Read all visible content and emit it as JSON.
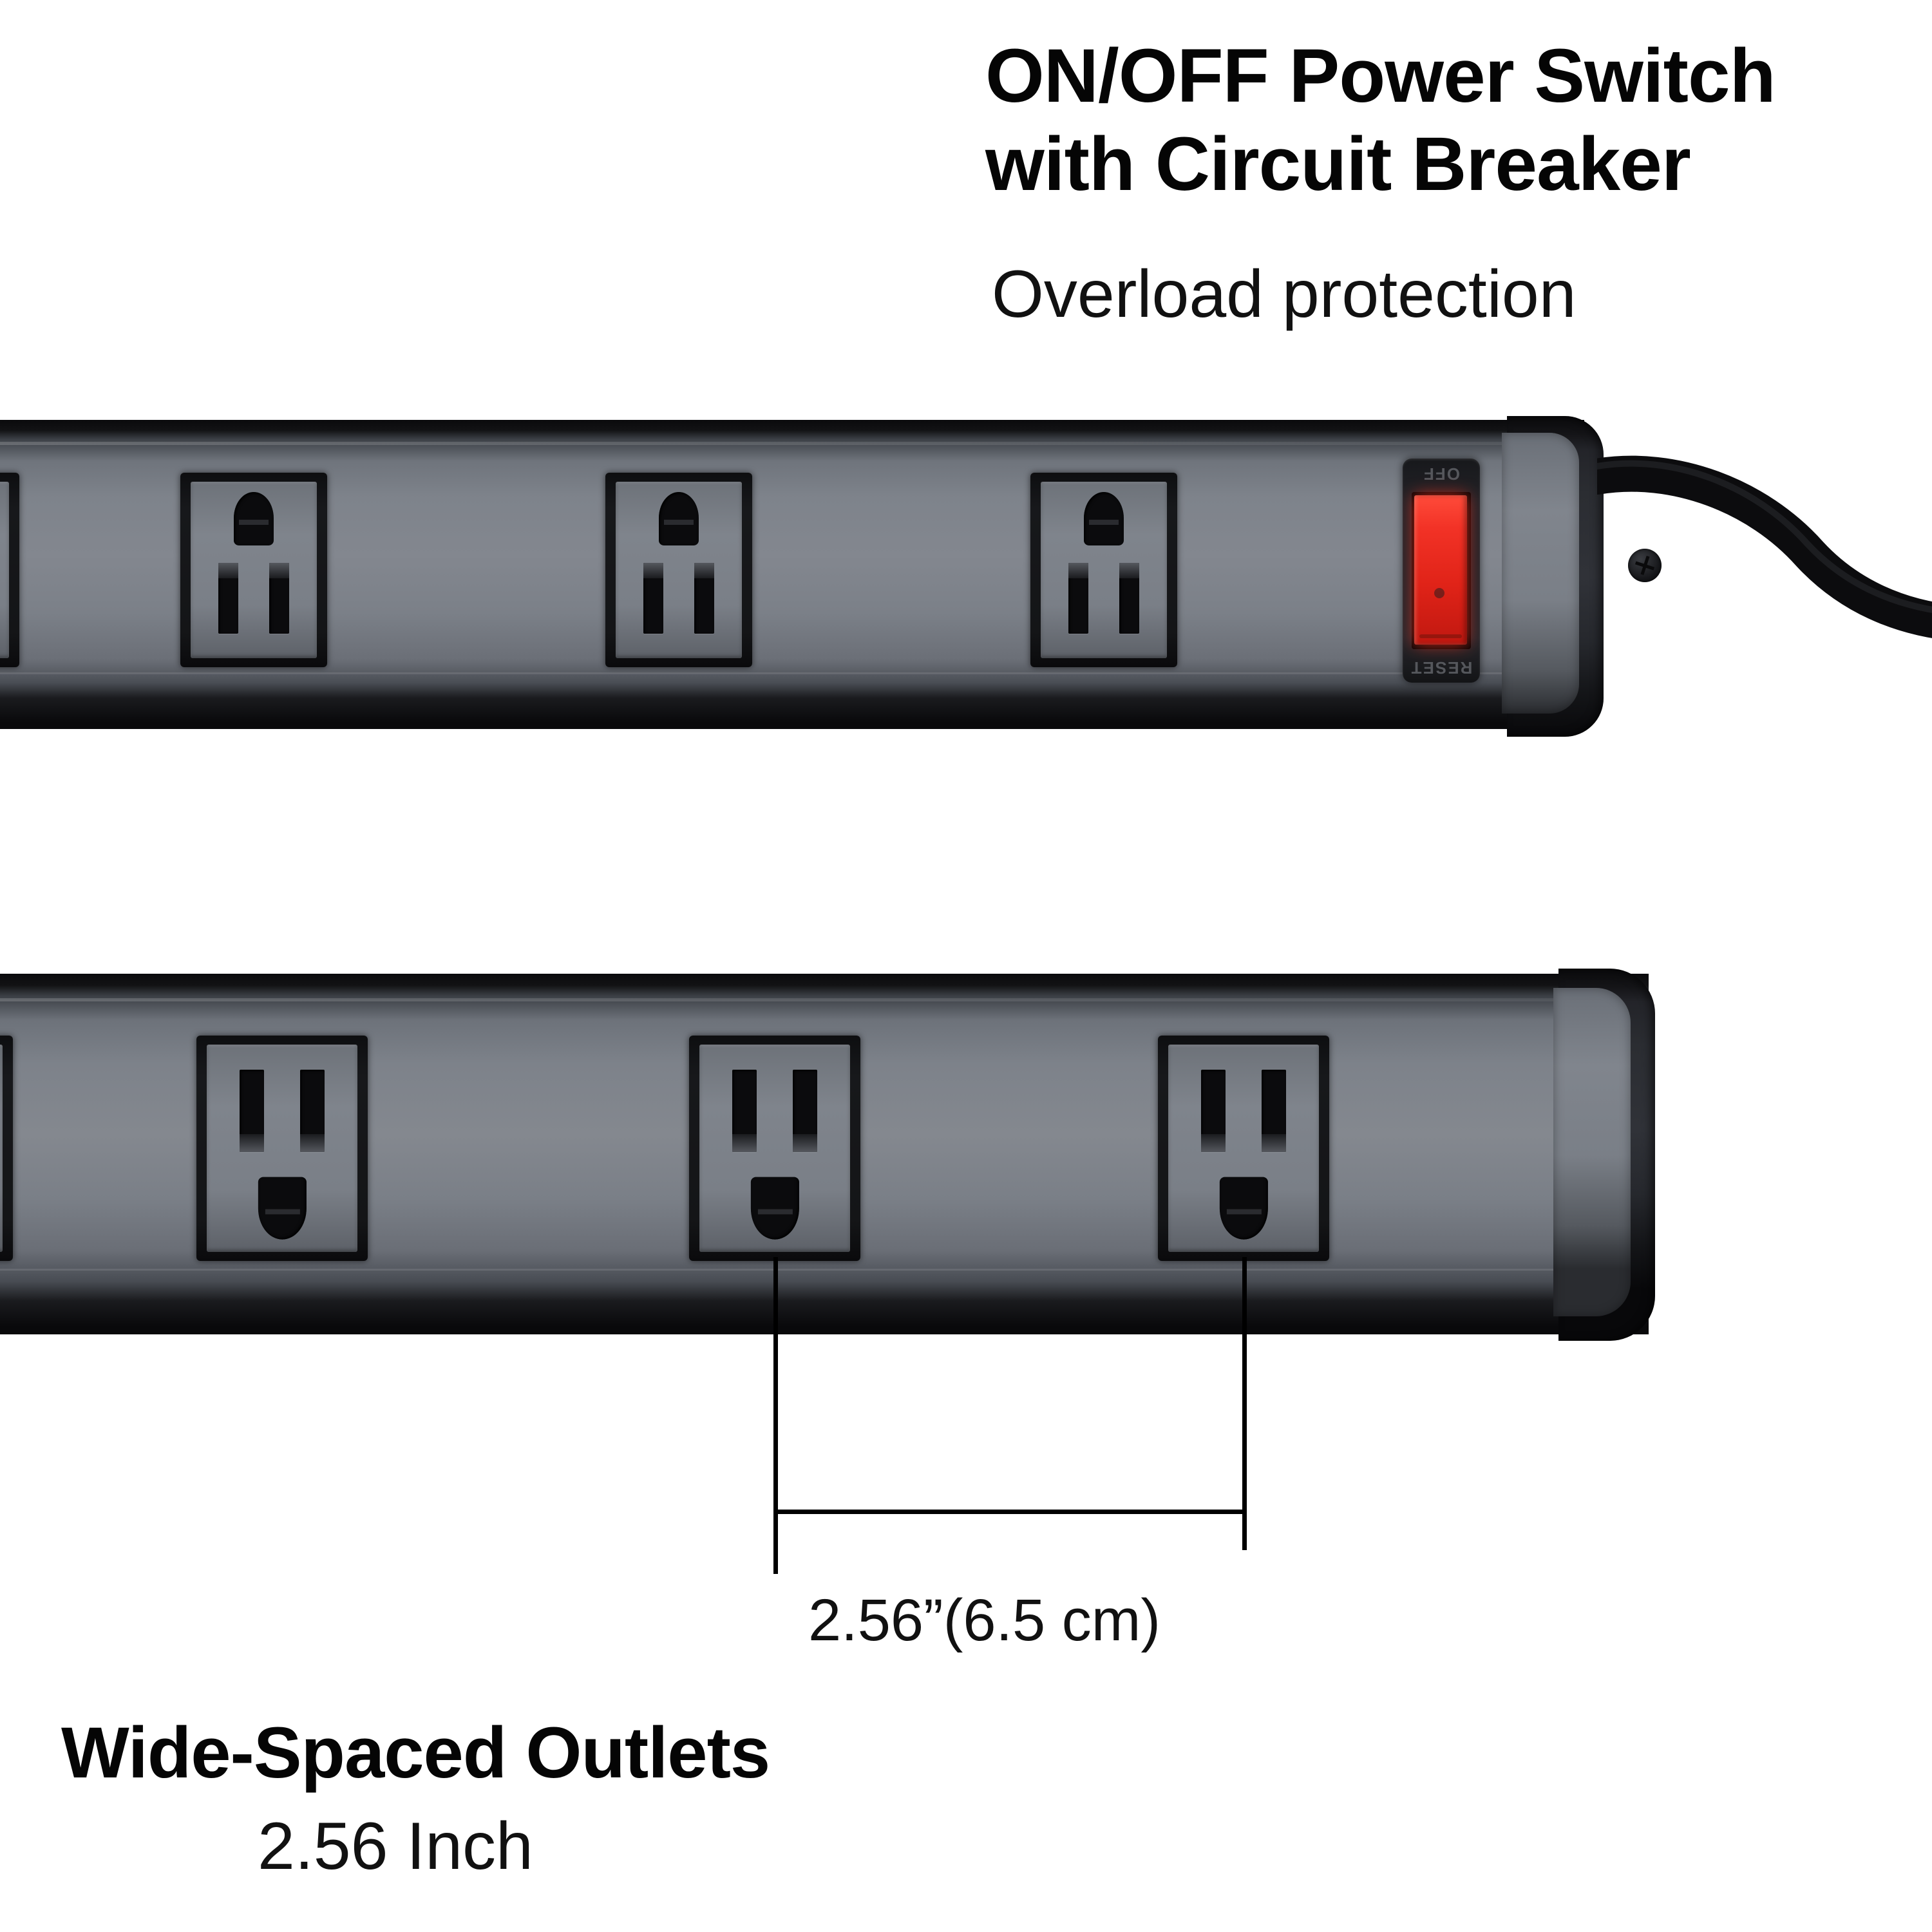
{
  "page": {
    "background": "#ffffff",
    "accent_red": "#e02318",
    "body_gray": "#7e838b",
    "edge_black": "#0a0a0c"
  },
  "annotations": {
    "headline_line1": "ON/OFF Power Switch",
    "headline_line2": "with Circuit Breaker",
    "subheadline": "Overload protection",
    "caption_title": "Wide-Spaced Outlets",
    "caption_subtitle": "2.56 Inch",
    "dimension_label": "2.56”(6.5 cm)"
  },
  "top_strip": {
    "name": "power-strip-with-switch",
    "outlets_visible": 4,
    "outlet_orientation": "ground-up",
    "switch": {
      "top_label": "OFF",
      "bottom_label": "RESET",
      "state": "on",
      "indicator_color": "#e02318"
    },
    "has_screw": true,
    "has_power_cord": true
  },
  "bottom_strip": {
    "name": "power-strip-outlet-spacing",
    "outlets_visible": 4,
    "outlet_orientation": "ground-down",
    "has_screw": false,
    "has_power_cord": false
  }
}
